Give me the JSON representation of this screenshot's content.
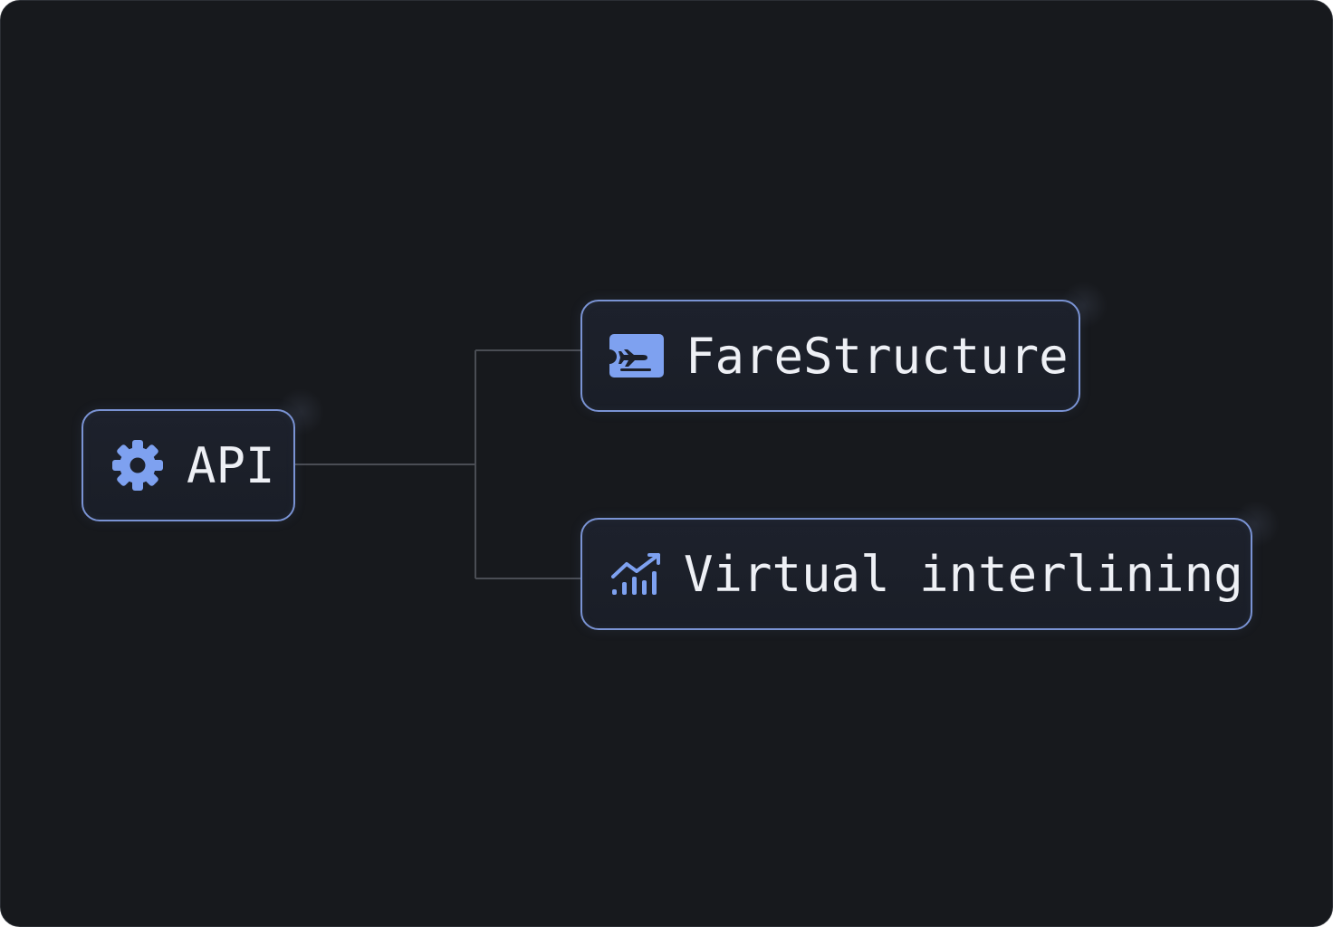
{
  "diagram": {
    "root": {
      "label": "API",
      "icon": "gear-icon"
    },
    "children": [
      {
        "label": "FareStructure",
        "icon": "plane-ticket-icon"
      },
      {
        "label": "Virtual interlining",
        "icon": "signal-chart-icon"
      }
    ]
  },
  "colors": {
    "background": "#17191d",
    "node_border": "#7a93d4",
    "icon_accent": "#7ea1f0",
    "connector": "#4a4d54",
    "text": "#eef0f5"
  }
}
